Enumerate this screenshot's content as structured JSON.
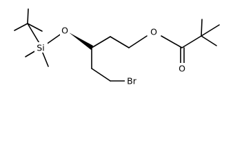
{
  "molecule": {
    "atoms": {
      "silicon": "Si",
      "silyl_oxygen": "O",
      "ester_oxygen": "O",
      "carbonyl_oxygen": "O",
      "bromine": "Br"
    },
    "stereocenter_bond": "wedge",
    "colors": {
      "bonds": "#000000",
      "labels": "#000000",
      "background": "#ffffff"
    }
  }
}
